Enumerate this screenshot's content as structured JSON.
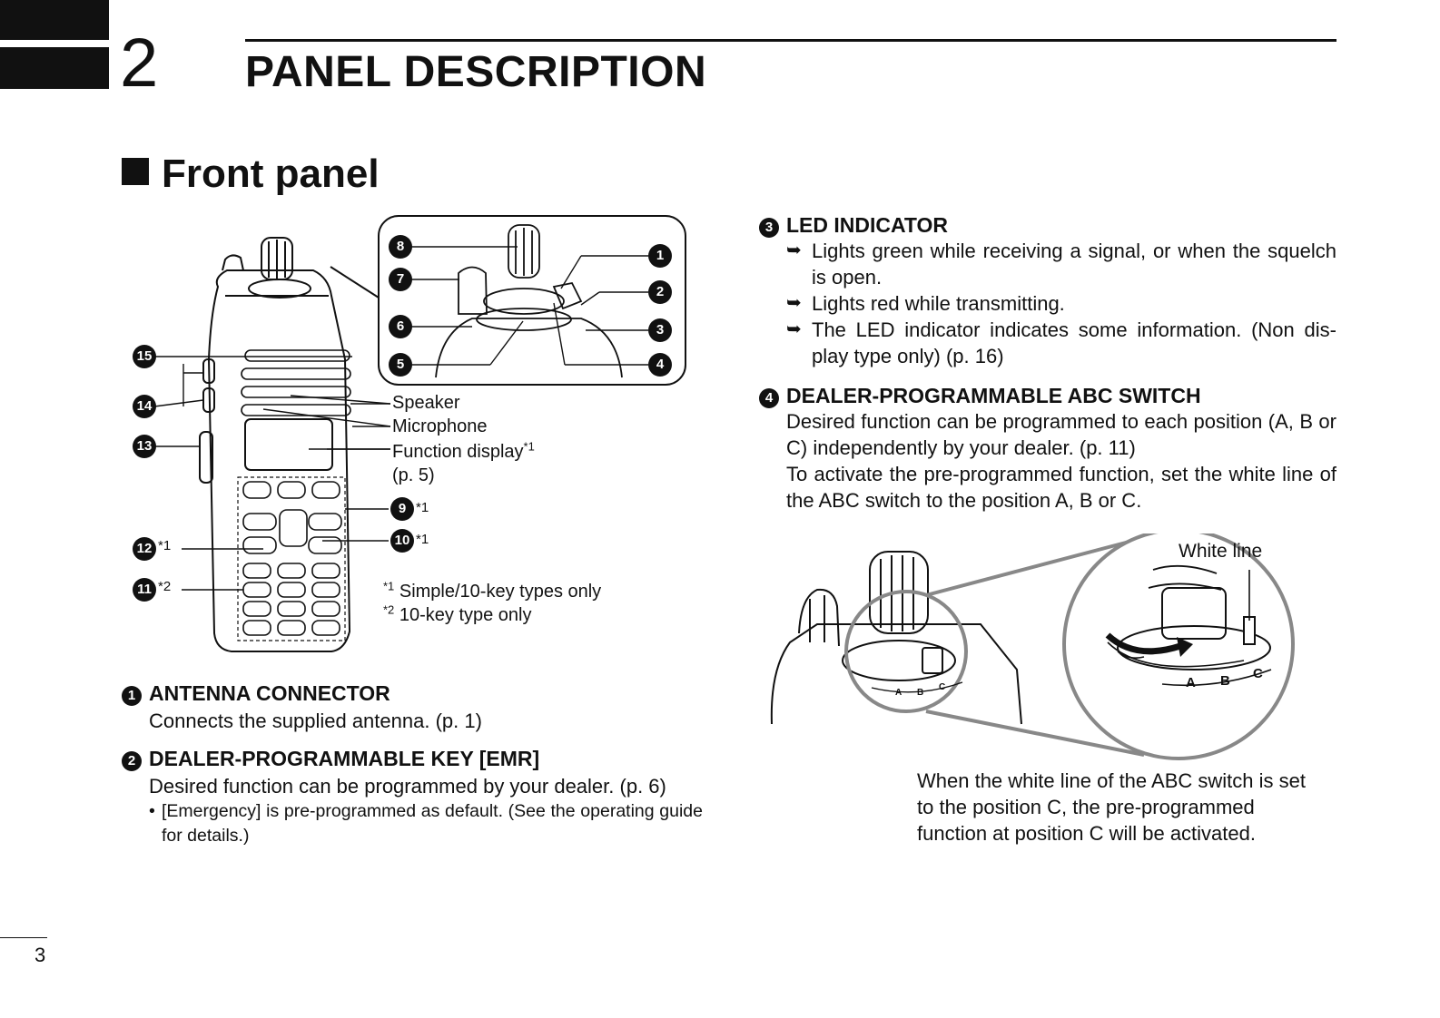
{
  "header": {
    "chapter_number": "2",
    "chapter_title": "PANEL DESCRIPTION"
  },
  "section": {
    "title": "Front panel"
  },
  "diagram": {
    "callouts": [
      "1",
      "2",
      "3",
      "4",
      "5",
      "6",
      "7",
      "8",
      "9",
      "10",
      "11",
      "12",
      "13",
      "14",
      "15"
    ],
    "labels": {
      "speaker": "Speaker",
      "microphone": "Microphone",
      "function_display": "Function display",
      "function_display_note": "*1",
      "function_display_page": "(p. 5)",
      "note9": "*1",
      "note10": "*1",
      "note12": "*1",
      "note11": "*2"
    },
    "footnotes": {
      "f1_mark": "*1",
      "f1_text": "Simple/10-key types only",
      "f2_mark": "*2",
      "f2_text": "10-key type only"
    }
  },
  "items": {
    "antenna": {
      "num": "1",
      "title": "ANTENNA CONNECTOR",
      "text": "Connects the supplied antenna. (p. 1)"
    },
    "emr": {
      "num": "2",
      "title": "DEALER-PROGRAMMABLE KEY [EMR]",
      "text": "Desired function can be programmed by your dealer. (p. 6)",
      "bullet": "[Emergency] is pre-programmed as default. (See the operating guide for details.)"
    },
    "led": {
      "num": "3",
      "title": "LED INDICATOR",
      "bullets": [
        "Lights green while receiving a signal, or when the squelch is open.",
        "Lights red while transmitting.",
        "The LED indicator indicates some information. (Non dis-play type only) (p. 16)"
      ]
    },
    "abc": {
      "num": "4",
      "title": "DEALER-PROGRAMMABLE ABC SWITCH",
      "text1": "Desired function can be programmed to each position (A, B or C) independently by your dealer. (p. 11)",
      "text2": "To activate the pre-programmed function, set the white line of the ABC switch to the position A, B or C."
    }
  },
  "abc_diagram": {
    "white_line_label": "White line",
    "letters": [
      "A",
      "B",
      "C"
    ],
    "caption": "When the white line of the ABC switch is set to the position C, the pre-programmed function at position C will be activated."
  },
  "footer": {
    "page_number": "3"
  }
}
